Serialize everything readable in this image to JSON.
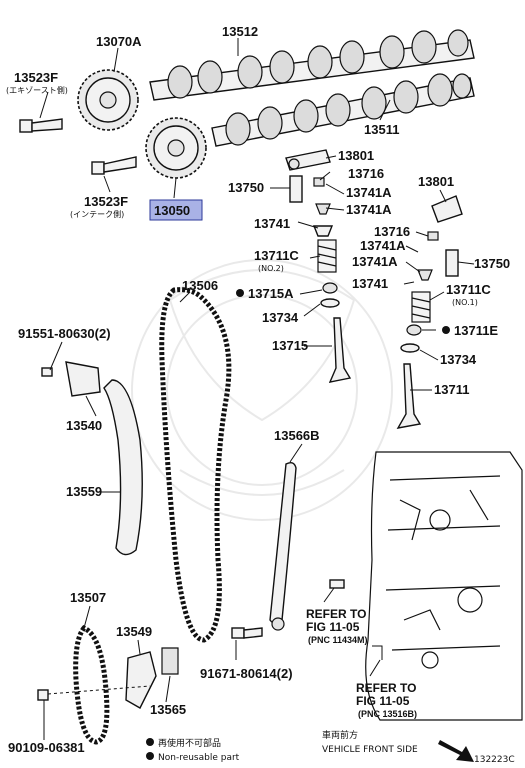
{
  "parts": {
    "p13070A": "13070A",
    "p13512": "13512",
    "p13523F_top": "13523F",
    "p13523F_top_note": "(エキゾースト側)",
    "p13511": "13511",
    "p13523F_bottom": "13523F",
    "p13523F_bottom_note": "(インテーク側)",
    "p13050": "13050",
    "p13801_a": "13801",
    "p13716_a": "13716",
    "p13750_a": "13750",
    "p13741A_a": "13741A",
    "p13741A_b": "13741A",
    "p13741_a": "13741",
    "p13801_b": "13801",
    "p13716_b": "13716",
    "p13741A_c": "13741A",
    "p13741A_d": "13741A",
    "p13750_b": "13750",
    "p13711C_a": "13711C",
    "p13711C_a_note": "(NO.2)",
    "p13741_b": "13741",
    "p13711C_b": "13711C",
    "p13711C_b_note": "(NO.1)",
    "p13506": "13506",
    "p13715A": "13715A",
    "p13734_a": "13734",
    "p13711E": "13711E",
    "p91551": "91551-80630(2)",
    "p13715": "13715",
    "p13734_b": "13734",
    "p13711": "13711",
    "p13540": "13540",
    "p13566B": "13566B",
    "p13559": "13559",
    "p13507": "13507",
    "p13549": "13549",
    "p13565": "13565",
    "p91671": "91671-80614(2)",
    "p90109": "90109-06381"
  },
  "refs": {
    "ref1_line1": "REFER TO",
    "ref1_line2": "FIG 11-05",
    "ref1_pnc": "(PNC 11434M)",
    "ref2_line1": "REFER TO",
    "ref2_line2": "FIG 11-05",
    "ref2_pnc": "(PNC 13516B)"
  },
  "legend": {
    "jp": "再使用不可部品",
    "en": "Non-reusable part"
  },
  "footer": {
    "front_jp": "車両前方",
    "front_en": "VEHICLE FRONT SIDE",
    "figure_code": "132223C"
  },
  "colors": {
    "highlight": "#a9b2e6",
    "ink": "#111111"
  }
}
